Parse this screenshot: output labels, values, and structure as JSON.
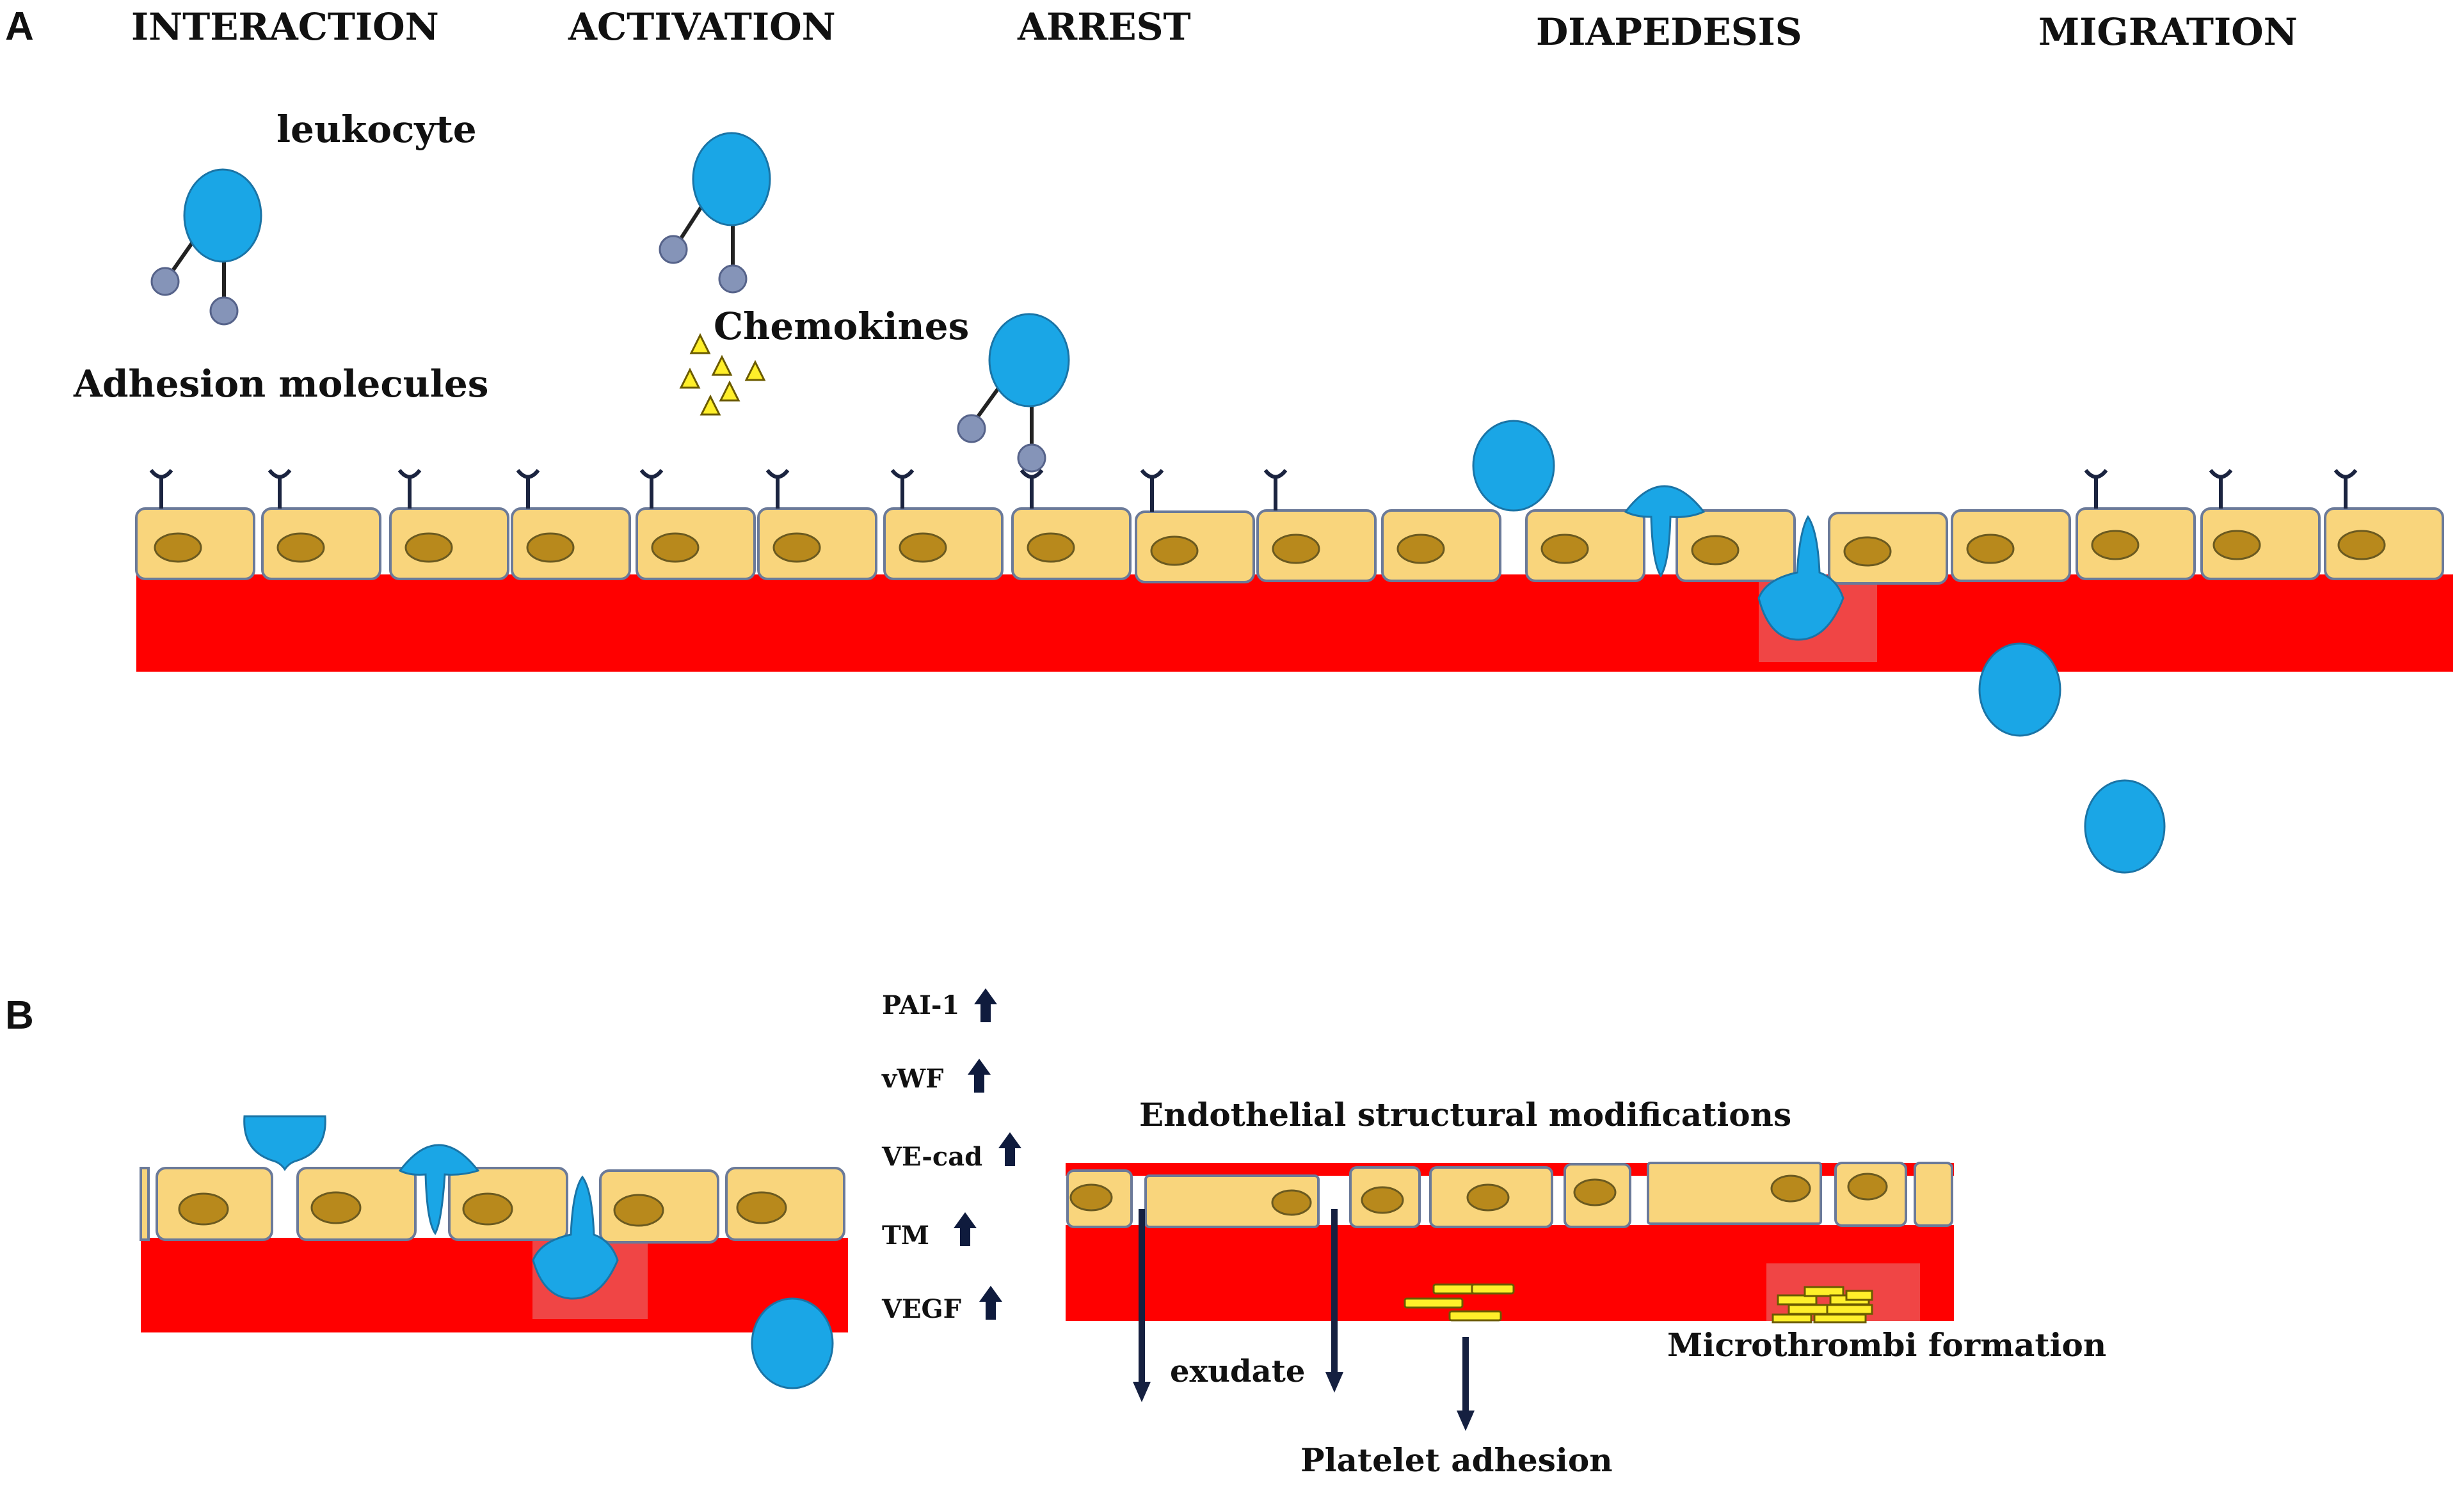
{
  "panels": {
    "a": "A",
    "b": "B"
  },
  "stages": [
    "INTERACTION",
    "ACTIVATION",
    "ARREST",
    "DIAPEDESIS",
    "MIGRATION"
  ],
  "labels": {
    "leukocyte": "leukocyte",
    "adhesion": "Adhesion molecules",
    "chemokines": "Chemokines"
  },
  "markers": [
    {
      "name": "PAI-1",
      "direction": "up"
    },
    {
      "name": "vWF",
      "direction": "up"
    },
    {
      "name": "VE-cad",
      "direction": "up"
    },
    {
      "name": "TM",
      "direction": "up"
    },
    {
      "name": "VEGF",
      "direction": "up"
    }
  ],
  "panel_b_labels": {
    "structural": "Endothelial  structural  modifications",
    "exudate": "exudate",
    "platelet": "Platelet adhesion",
    "microthrombi": "Microthrombi  formation"
  },
  "colors": {
    "endothelial_cell": "#f9d57c",
    "nucleus": "#b8891c",
    "vessel_wall": "#ff0000",
    "leukocyte": "#1aa6e6",
    "chemokine": "#ffef2a"
  }
}
